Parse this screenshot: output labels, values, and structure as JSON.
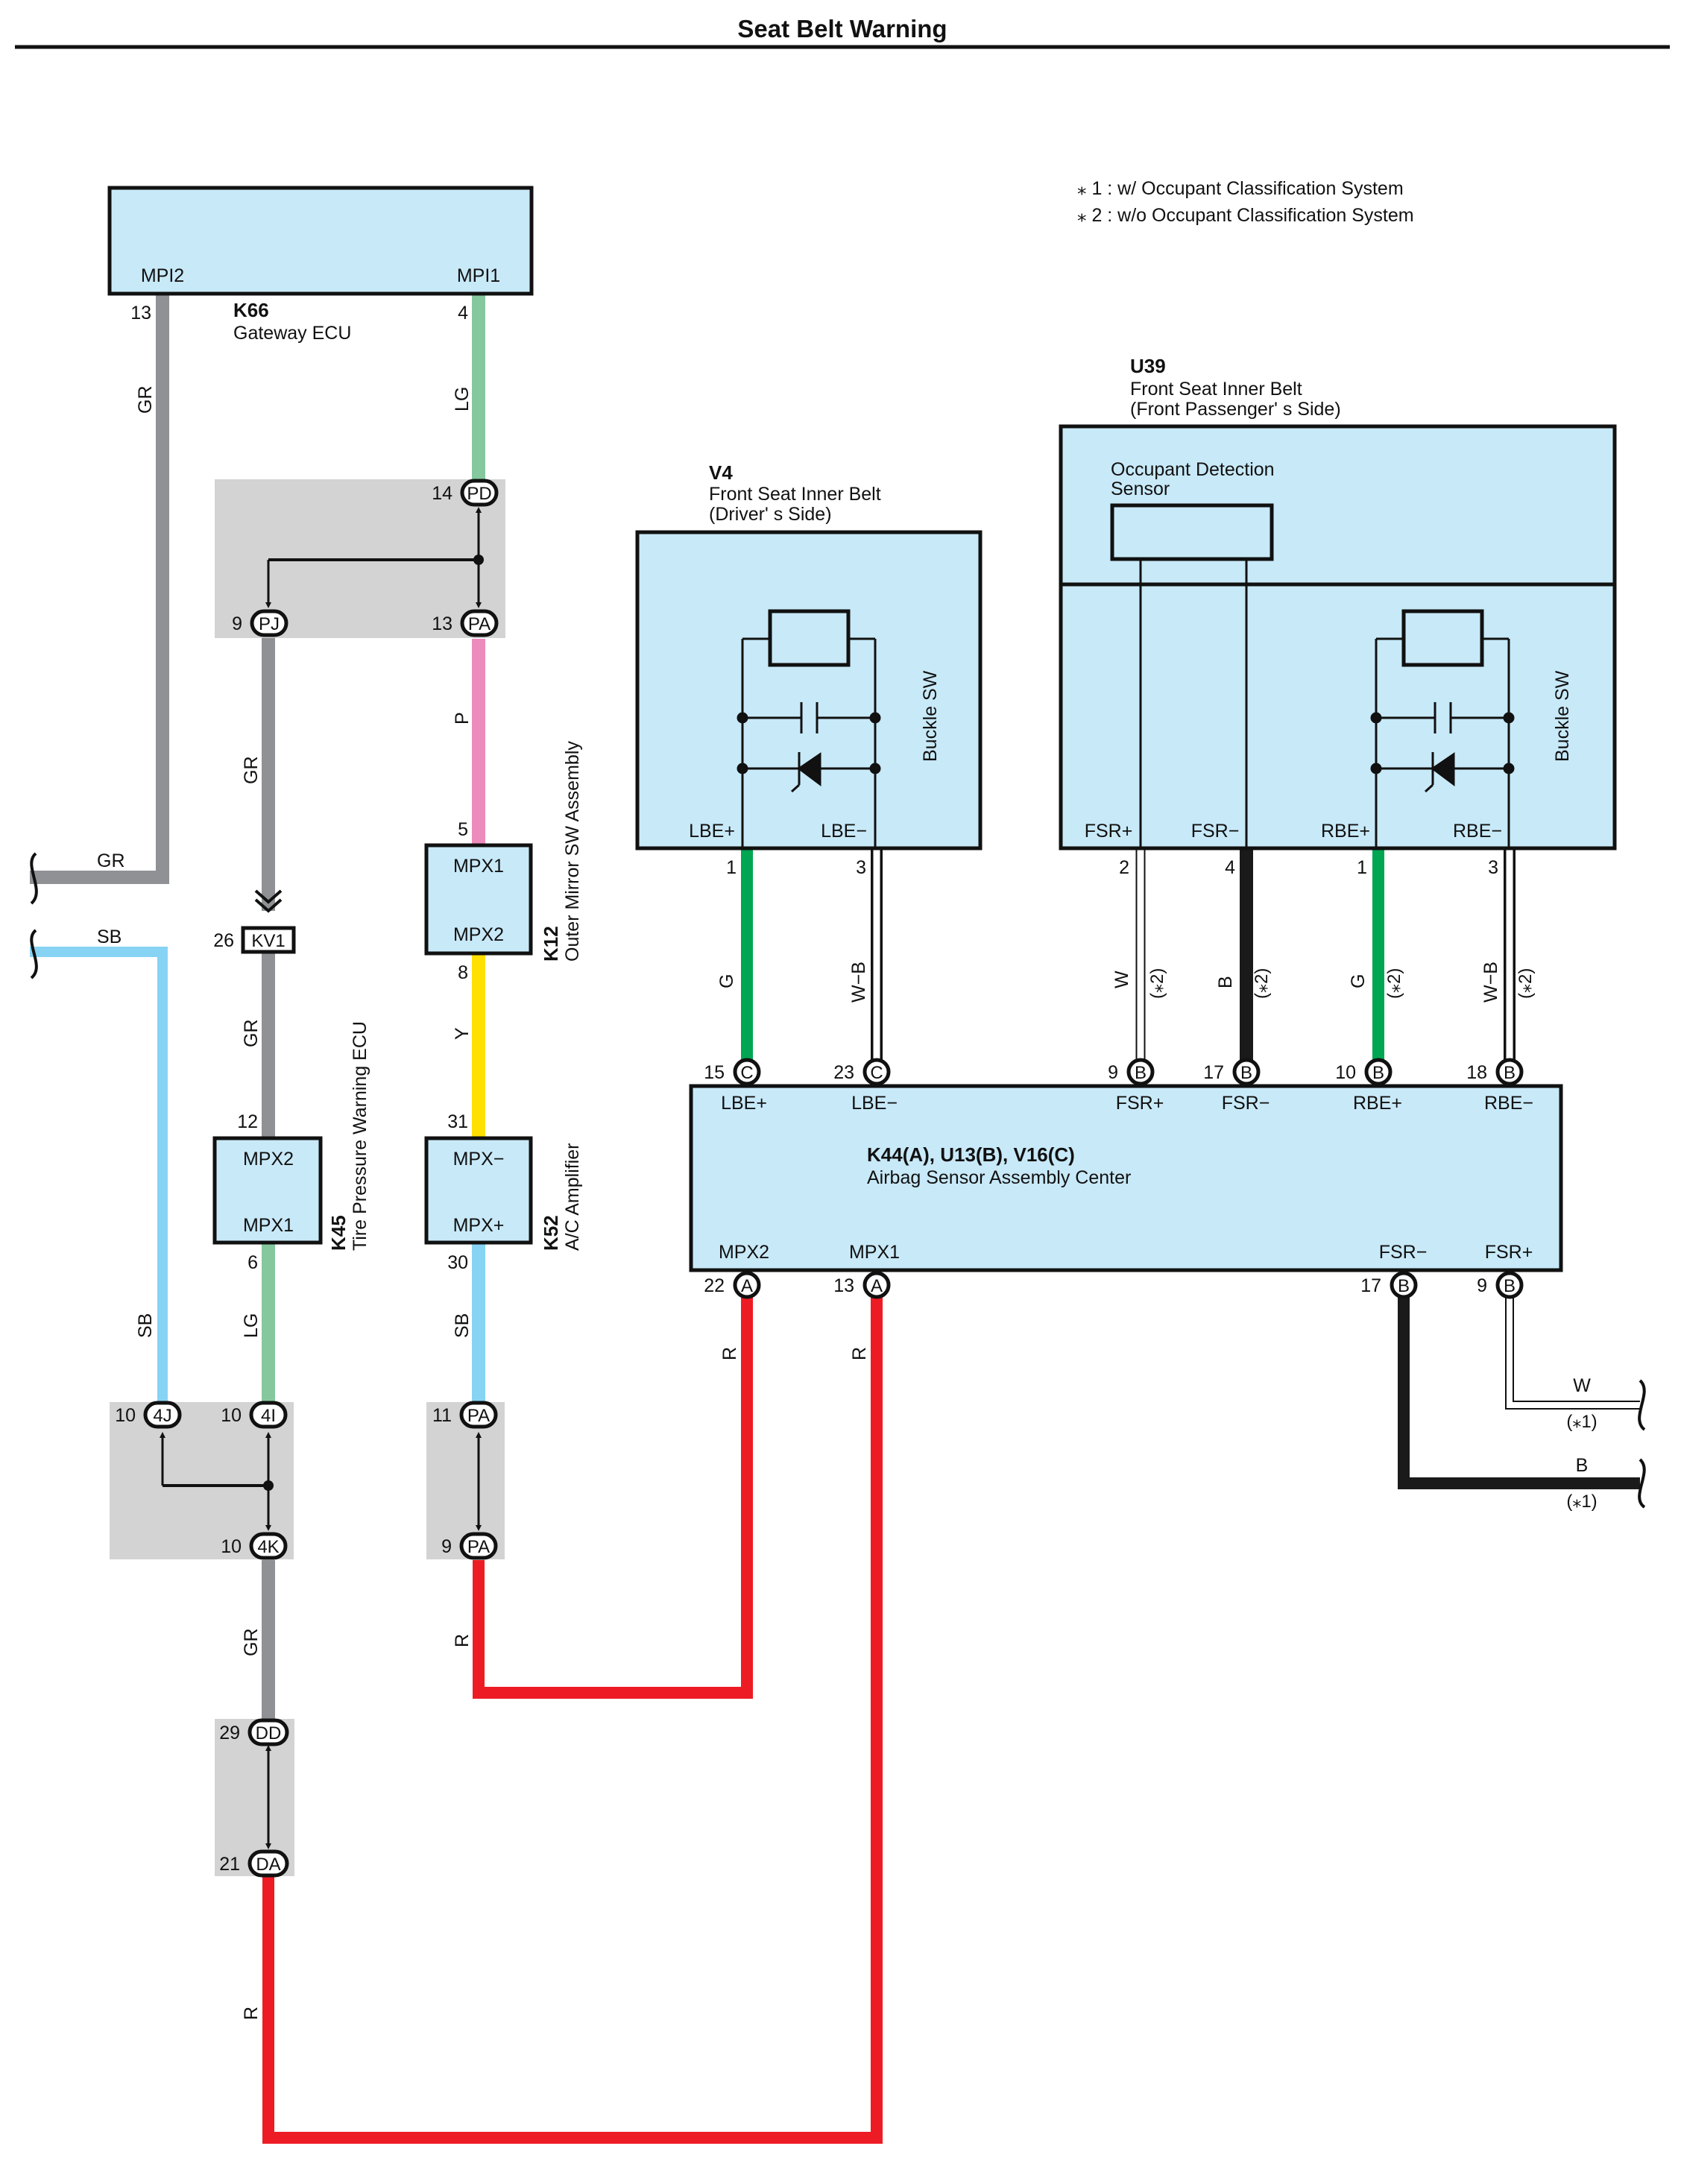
{
  "title": "Seat Belt Warning",
  "notes": [
    "⁎ 1 : w/ Occupant Classification System",
    "⁎ 2 : w/o Occupant Classification System"
  ],
  "colors": {
    "GR": "#8f9194",
    "LG": "#86c89d",
    "P": "#ee8bbd",
    "Y": "#ffe000",
    "SB": "#87d3f4",
    "G": "#00a651",
    "B": "#1a1a1a",
    "R": "#ed1c24",
    "W": "#ffffff",
    "box": "#c8e9f8",
    "shade": "#d3d3d3"
  },
  "components": {
    "k66": {
      "code": "K66",
      "name": "Gateway ECU",
      "pin_left": "MPI2",
      "pin_right": "MPI1"
    },
    "k12": {
      "code": "K12",
      "name": "Outer Mirror SW Assembly",
      "pin_top": "MPX1",
      "pin_bottom": "MPX2"
    },
    "k45": {
      "code": "K45",
      "name": "Tire Pressure Warning ECU",
      "pin_top": "MPX2",
      "pin_bottom": "MPX1"
    },
    "k52": {
      "code": "K52",
      "name": "A/C Amplifier",
      "pin_top": "MPX−",
      "pin_bottom": "MPX+"
    },
    "v4": {
      "code": "V4",
      "name1": "Front Seat Inner Belt",
      "name2": "(Driver' s Side)",
      "sw": "Buckle SW",
      "pin_l": "LBE+",
      "pin_r": "LBE−"
    },
    "u39": {
      "code": "U39",
      "name1": "Front Seat Inner Belt",
      "name2": "(Front Passenger' s Side)",
      "sensor1": "Occupant Detection",
      "sensor2": "Sensor",
      "sw": "Buckle SW",
      "pins": [
        "FSR+",
        "FSR−",
        "RBE+",
        "RBE−"
      ]
    },
    "airbag": {
      "code": "K44(A), U13(B), V16(C)",
      "name": "Airbag Sensor Assembly Center",
      "pins_top": [
        "LBE+",
        "LBE−",
        "FSR+",
        "FSR−",
        "RBE+",
        "RBE−"
      ],
      "pins_bottom": [
        "MPX2",
        "MPX1",
        "FSR−",
        "FSR+"
      ]
    }
  },
  "connectors": {
    "PD": {
      "id": "PD",
      "pin": "14"
    },
    "PJ": {
      "id": "PJ",
      "pin": "9"
    },
    "PA13": {
      "id": "PA",
      "pin": "13"
    },
    "KV1": {
      "id": "KV1",
      "pin": "26"
    },
    "J4J": {
      "id": "4J",
      "pin": "10"
    },
    "J4I": {
      "id": "4I",
      "pin": "10"
    },
    "J4K": {
      "id": "4K",
      "pin": "10"
    },
    "PA11": {
      "id": "PA",
      "pin": "11"
    },
    "PA9": {
      "id": "PA",
      "pin": "9"
    },
    "DD": {
      "id": "DD",
      "pin": "29"
    },
    "DA": {
      "id": "DA",
      "pin": "21"
    },
    "c15": {
      "id": "C",
      "pin": "15"
    },
    "c23": {
      "id": "C",
      "pin": "23"
    },
    "b9": {
      "id": "B",
      "pin": "9"
    },
    "b17": {
      "id": "B",
      "pin": "17"
    },
    "b10": {
      "id": "B",
      "pin": "10"
    },
    "b18": {
      "id": "B",
      "pin": "18"
    },
    "a22": {
      "id": "A",
      "pin": "22"
    },
    "a13": {
      "id": "A",
      "pin": "13"
    },
    "b17r": {
      "id": "B",
      "pin": "17"
    },
    "b9r": {
      "id": "B",
      "pin": "9"
    }
  },
  "pins": {
    "k66_l": "13",
    "k66_r": "4",
    "k12_top": "5",
    "k12_bot": "8",
    "k45_top": "12",
    "k45_bot": "6",
    "k52_top": "31",
    "k52_bot": "30",
    "v4_l": "1",
    "v4_r": "3",
    "u39_1": "2",
    "u39_2": "4",
    "u39_3": "1",
    "u39_4": "3"
  },
  "wires": {
    "gr": "GR",
    "lg": "LG",
    "p": "P",
    "y": "Y",
    "sb": "SB",
    "r": "R",
    "g": "G",
    "wb": "W−B",
    "w": "W",
    "b": "B",
    "opt2": "(⁎2)",
    "opt1": "(⁎1)"
  }
}
